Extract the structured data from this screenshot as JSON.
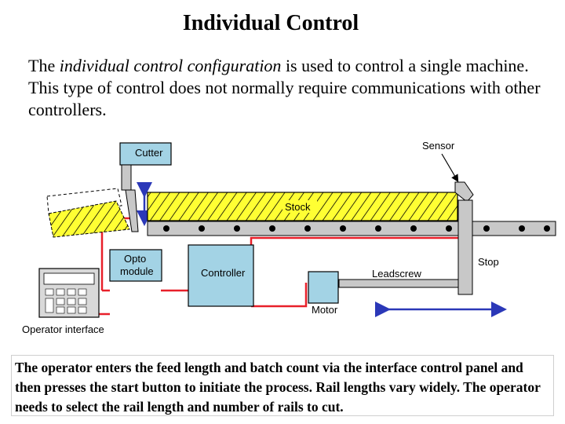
{
  "title": "Individual Control",
  "intro": {
    "part1": "The ",
    "emphasis": "individual control configuration",
    "part2": " is used to control a single machine. This type of control does not normally require communications with other controllers."
  },
  "diagram": {
    "labels": {
      "cutter": "Cutter",
      "sensor": "Sensor",
      "stock": "Stock",
      "opto_line1": "Opto",
      "opto_line2": "module",
      "controller": "Controller",
      "stop": "Stop",
      "leadscrew": "Leadscrew",
      "motor": "Motor",
      "operator_interface": "Operator interface"
    },
    "colors": {
      "stock_fill": "#ffff33",
      "wire": "#e8202a",
      "device_fill": "#a3d3e5",
      "frame_fill": "#c8c8c8",
      "arrow": "#2b38b8"
    }
  },
  "caption": "The operator enters the feed length and batch count via the interface control panel and then presses the start button to initiate the process. Rail lengths vary widely. The operator needs to select the rail length and number of rails to cut."
}
